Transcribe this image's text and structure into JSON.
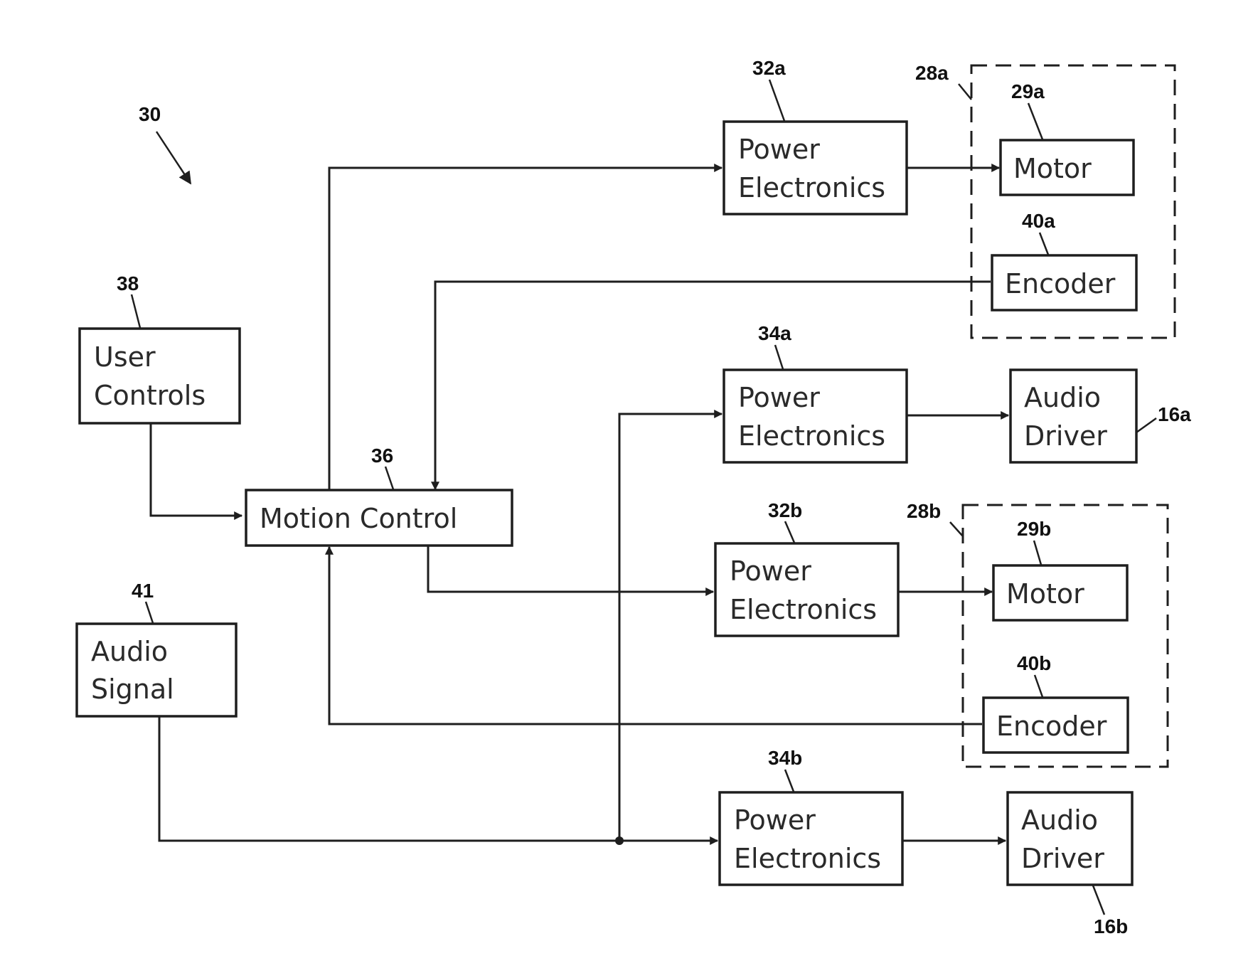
{
  "diagram": {
    "ref_30": "30",
    "user_controls": {
      "ref": "38",
      "line1": "User",
      "line2": "Controls"
    },
    "motion_control": {
      "ref": "36",
      "label": "Motion Control"
    },
    "audio_signal": {
      "ref": "41",
      "line1": "Audio",
      "line2": "Signal"
    },
    "pe_32a": {
      "ref": "32a",
      "line1": "Power",
      "line2": "Electronics"
    },
    "pe_34a": {
      "ref": "34a",
      "line1": "Power",
      "line2": "Electronics"
    },
    "pe_32b": {
      "ref": "32b",
      "line1": "Power",
      "line2": "Electronics"
    },
    "pe_34b": {
      "ref": "34b",
      "line1": "Power",
      "line2": "Electronics"
    },
    "group_28a": {
      "ref": "28a"
    },
    "group_28b": {
      "ref": "28b"
    },
    "motor_29a": {
      "ref": "29a",
      "label": "Motor"
    },
    "motor_29b": {
      "ref": "29b",
      "label": "Motor"
    },
    "encoder_40a": {
      "ref": "40a",
      "label": "Encoder"
    },
    "encoder_40b": {
      "ref": "40b",
      "label": "Encoder"
    },
    "audio_driver_16a": {
      "ref": "16a",
      "line1": "Audio",
      "line2": "Driver"
    },
    "audio_driver_16b": {
      "ref": "16b",
      "line1": "Audio",
      "line2": "Driver"
    }
  }
}
